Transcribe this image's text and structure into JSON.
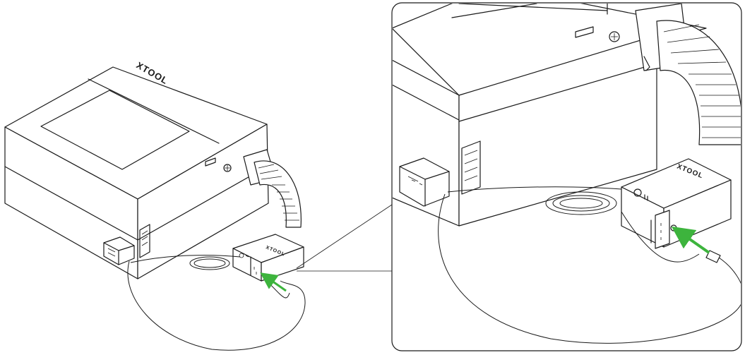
{
  "brand": {
    "machine_logo": "XTOOL",
    "purifier_logo_small": "XTOOL",
    "purifier_logo_zoom": "XTOOL"
  },
  "colors": {
    "line": "#1a1a1a",
    "highlight_arrow": "#3db43d",
    "background": "#ffffff"
  },
  "icons": [
    "power-icon",
    "ground-screw-icon",
    "connection-arrow-icon"
  ]
}
